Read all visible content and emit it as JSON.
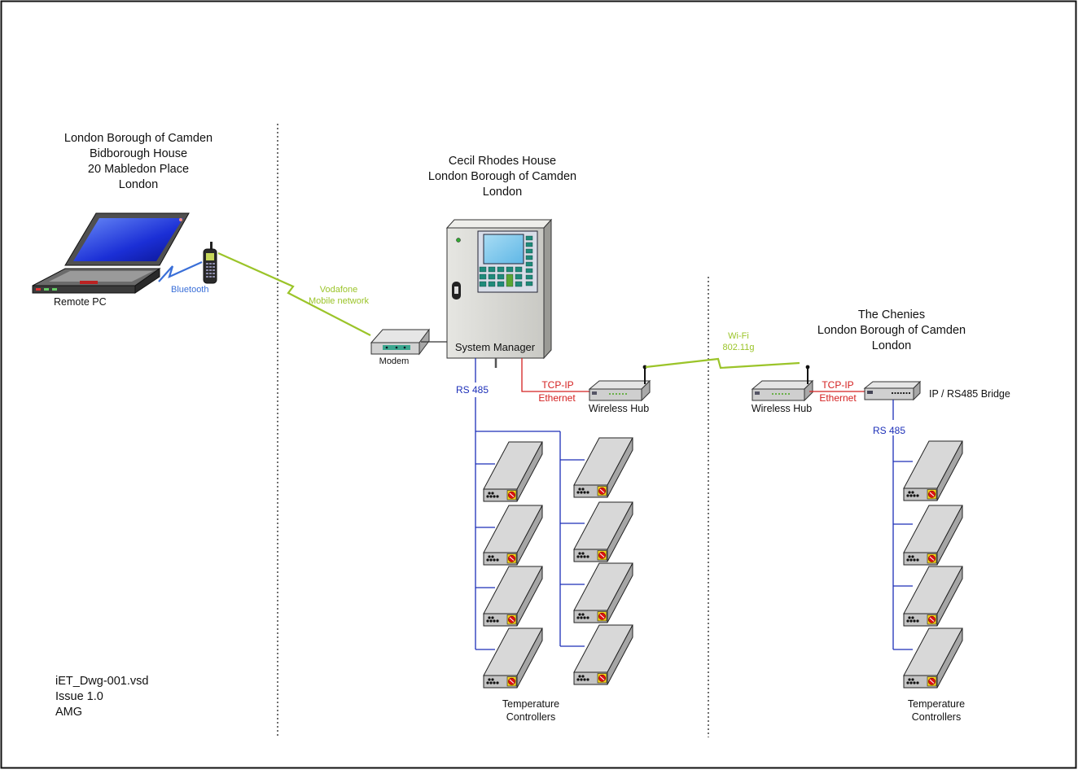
{
  "sites": {
    "remote": {
      "lines": [
        "London Borough of Camden",
        "Bidborough House",
        "20 Mabledon Place",
        "London"
      ]
    },
    "cecil": {
      "lines": [
        "Cecil Rhodes House",
        "London Borough of Camden",
        "London"
      ]
    },
    "chenies": {
      "lines": [
        "The Chenies",
        "London Borough of Camden",
        "London"
      ]
    }
  },
  "labels": {
    "remote_pc": "Remote PC",
    "bluetooth": "Bluetooth",
    "vodafone": [
      "Vodafone",
      "Mobile network"
    ],
    "modem": "Modem",
    "system_manager": "System Manager",
    "rs485_left": "RS 485",
    "rs485_right": "RS 485",
    "tcpip_left": [
      "TCP-IP",
      "Ethernet"
    ],
    "tcpip_right": [
      "TCP-IP",
      "Ethernet"
    ],
    "wireless_hub_left": "Wireless Hub",
    "wireless_hub_right": "Wireless Hub",
    "wifi": [
      "Wi-Fi",
      "802.11g"
    ],
    "bridge": "IP / RS485 Bridge",
    "temp_left": [
      "Temperature",
      "Controllers"
    ],
    "temp_right": [
      "Temperature",
      "Controllers"
    ]
  },
  "doc_info": {
    "lines": [
      "iET_Dwg-001.vsd",
      "Issue 1.0",
      "AMG"
    ]
  },
  "colors": {
    "bus": "#1c2fb8",
    "ethernet": "#d42020",
    "wireless": "#9bc429",
    "bluetooth": "#3a6fd8"
  }
}
